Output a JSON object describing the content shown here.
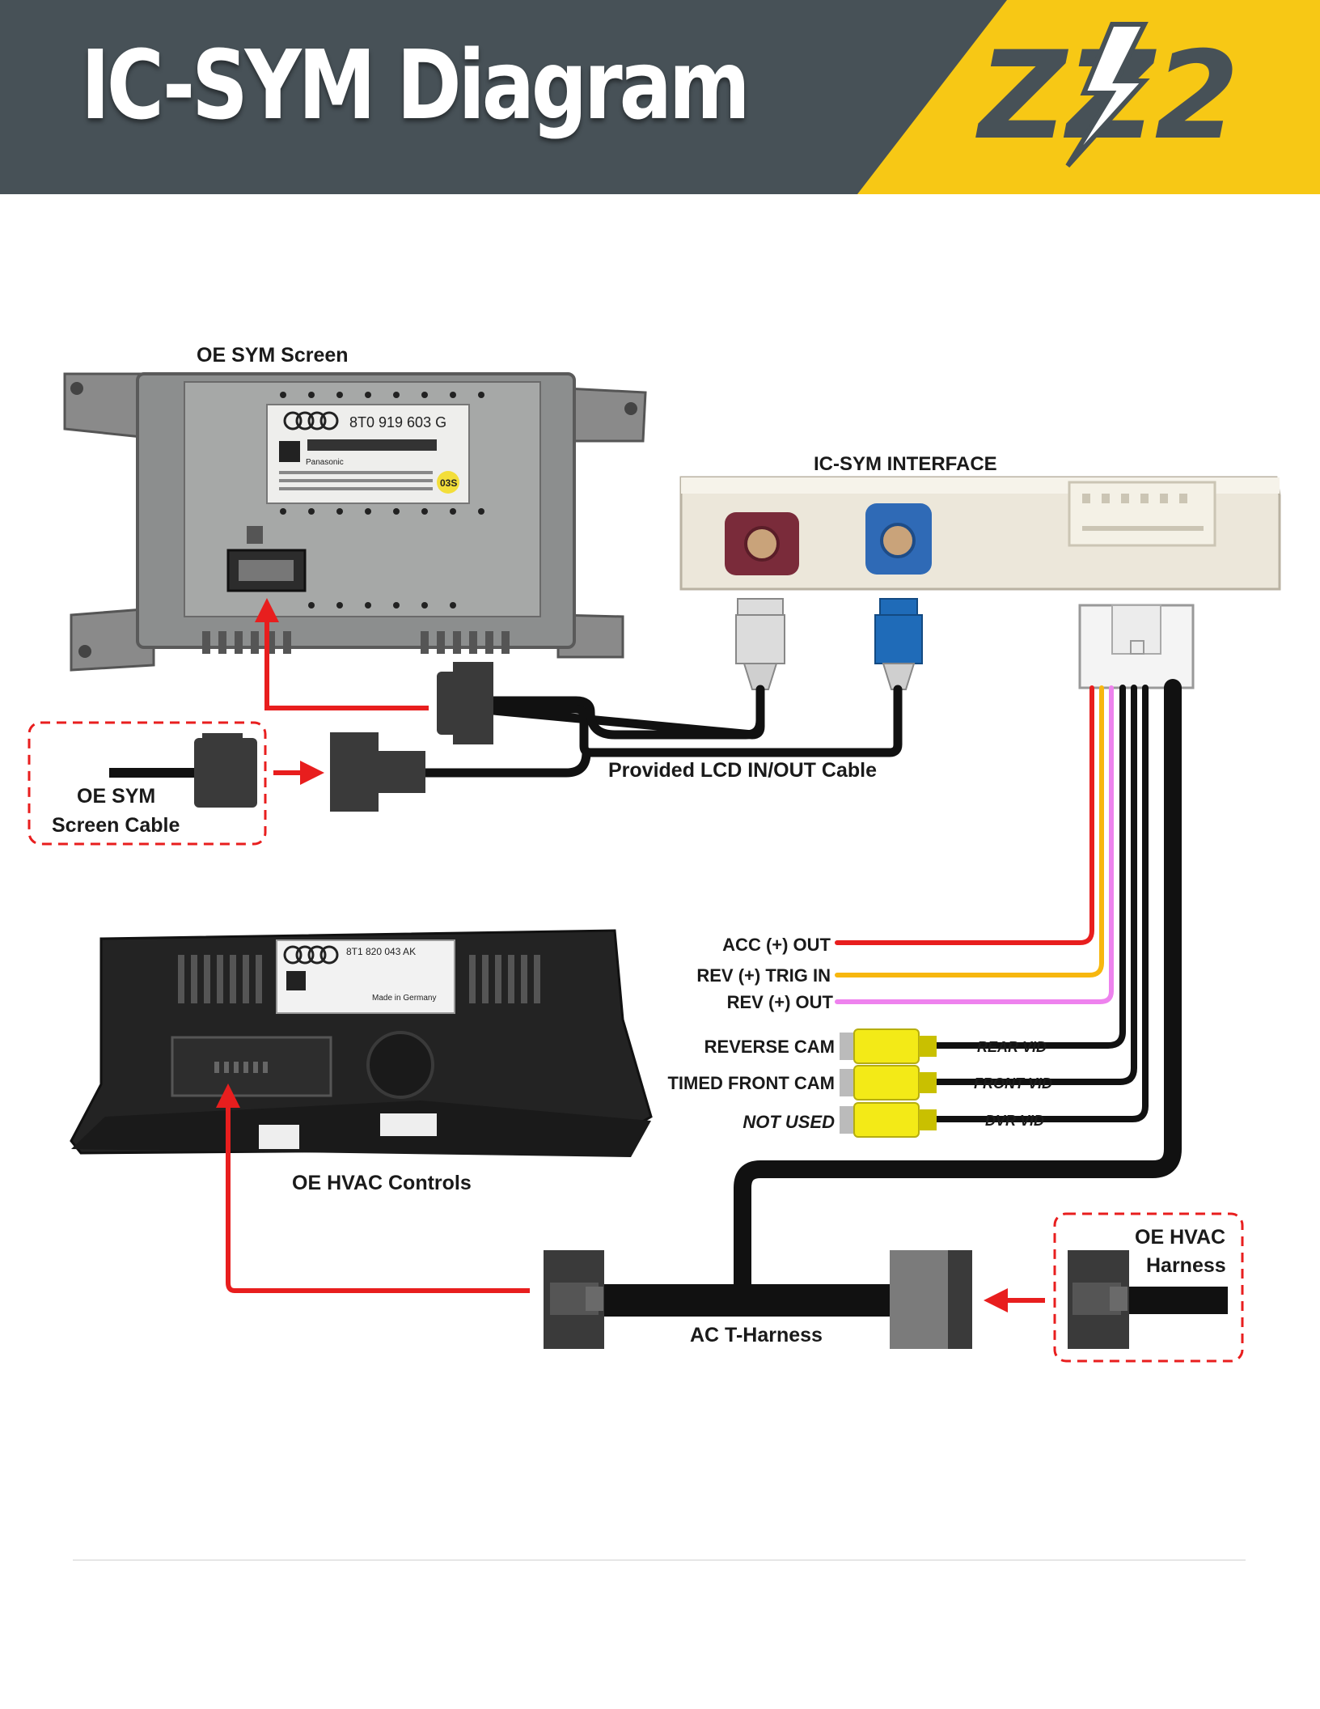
{
  "header": {
    "title": "IC-SYM Diagram",
    "logo_text": "ZZ2",
    "colors": {
      "header_bg": "#475157",
      "accent_yellow": "#F7C815"
    }
  },
  "components": {
    "oe_sym_screen": {
      "label": "OE SYM Screen",
      "part_number": "8T0 919 603 G",
      "sticker": "03S",
      "brand": "Panasonic"
    },
    "ic_sym_interface": {
      "label": "IC-SYM INTERFACE"
    },
    "oe_sym_screen_cable": {
      "label_line1": "OE SYM",
      "label_line2": "Screen Cable"
    },
    "provided_cable": {
      "label": "Provided LCD IN/OUT Cable"
    },
    "oe_hvac_controls": {
      "label": "OE HVAC Controls",
      "part_number": "8T1 820 043 AK",
      "origin": "Made in Germany"
    },
    "ac_t_harness": {
      "label": "AC T-Harness"
    },
    "oe_hvac_harness": {
      "label_line1": "OE HVAC",
      "label_line2": "Harness"
    }
  },
  "wires": [
    {
      "label": "ACC (+) OUT",
      "color": "#E81E1E"
    },
    {
      "label": "REV (+) TRIG IN",
      "color": "#F7B70F"
    },
    {
      "label": "REV (+) OUT",
      "color": "#EE82EE"
    }
  ],
  "rca": [
    {
      "label": "REVERSE CAM",
      "video": "REAR VID"
    },
    {
      "label": "TIMED FRONT CAM",
      "video": "FRONT VID"
    },
    {
      "label": "NOT USED",
      "video": "DVR VID"
    }
  ]
}
